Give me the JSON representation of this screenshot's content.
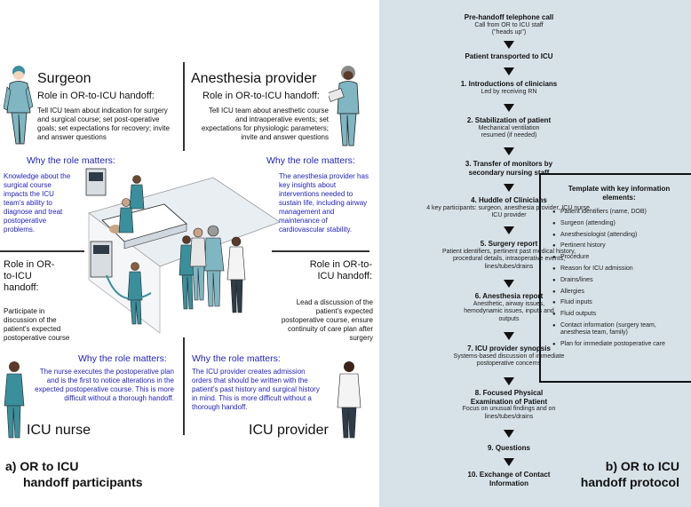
{
  "left": {
    "surgeon": {
      "title": "Surgeon",
      "role_heading": "Role in OR-to-ICU handoff:",
      "role_text": "Tell ICU team about indication for surgery and surgical course; set post-operative goals; set expectations for recovery; invite and answer questions",
      "why_heading": "Why the role matters:",
      "why_text": "Knowledge about the surgical course impacts the ICU team's ability to diagnose and treat postoperative problems."
    },
    "anesthesia": {
      "title": "Anesthesia provider",
      "role_heading": "Role in OR-to-ICU handoff:",
      "role_text": "Tell ICU team about anesthetic course and intraoperative events; set expectations for physiologic parameters; invite and answer questions",
      "why_heading": "Why the role matters:",
      "why_text": "The anesthesia provider has key insights about interventions needed to sustain life, including airway management and maintenance of cardiovascular stability."
    },
    "nurse": {
      "title": "ICU nurse",
      "role_heading": "Role in OR-to-ICU handoff:",
      "role_text": "Participate in discussion of the patient's expected postoperative course",
      "why_heading": "Why the role matters:",
      "why_text": "The nurse executes the postoperative plan and is the first to notice alterations in the expected postoperative course. This is more difficult without a thorough handoff."
    },
    "provider": {
      "title": "ICU provider",
      "role_heading": "Role in OR-to-ICU handoff:",
      "role_text": "Lead a discussion of the patient's expected postoperative course, ensure continuity of care plan after surgery",
      "why_heading": "Why the role matters:",
      "why_text": "The ICU provider creates admission orders that should be written with the patient's past history and surgical history in mind. This is more difficult without a thorough handoff."
    },
    "panel_label_1": "a) OR to ICU",
    "panel_label_2": "handoff participants"
  },
  "right": {
    "steps": [
      {
        "title": "Pre-handoff telephone call",
        "detail": "Call from OR to ICU staff (\"heads up\")"
      },
      {
        "title": "Patient transported to ICU",
        "detail": ""
      },
      {
        "title": "1. Introductions of clinicians",
        "detail": "Led by receiving RN"
      },
      {
        "title": "2. Stabilization of patient",
        "detail": "Mechanical ventilation resumed (if needed)"
      },
      {
        "title": "3. Transfer of monitors by secondary nursing staff",
        "detail": ""
      },
      {
        "title": "4. Huddle of Clinicians",
        "detail": "4 key participants: surgeon, anesthesia provider, ICU nurse, ICU provider"
      },
      {
        "title": "5. Surgery report",
        "detail": "Patient identifiers, pertinent past medical history, procedural details, intraoperative events, lines/tubes/drains"
      },
      {
        "title": "6. Anesthesia report",
        "detail": "Anesthetic, airway issues, hemodynamic issues, inputs and outputs"
      },
      {
        "title": "7. ICU provider synopsis",
        "detail": "Systems-based discussion of immediate postoperative concerns"
      },
      {
        "title": "8. Focused Physical Examination of Patient",
        "detail": "Focus on unusual findings and on lines/tubes/drains"
      },
      {
        "title": "9. Questions",
        "detail": ""
      },
      {
        "title": "10. Exchange of Contact Information",
        "detail": ""
      }
    ],
    "template_title": "Template with key information elements:",
    "template_items": [
      "Patient identifiers (name, DOB)",
      "Surgeon (attending)",
      "Anesthesiologist (attending)",
      "Pertinent history",
      "Procedure",
      "Reason for ICU admission",
      "Drains/lines",
      "Allergies",
      "Fluid inputs",
      "Fluid outputs",
      "Contact information (surgery team, anesthesia team, family)",
      "Plan for immediate postoperative care"
    ],
    "panel_label_1": "b) OR to ICU",
    "panel_label_2": "handoff protocol"
  },
  "colors": {
    "why_blue": "#2323b8",
    "panel_bg": "#d7e2e8",
    "scrub_teal": "#3a8f9c"
  }
}
